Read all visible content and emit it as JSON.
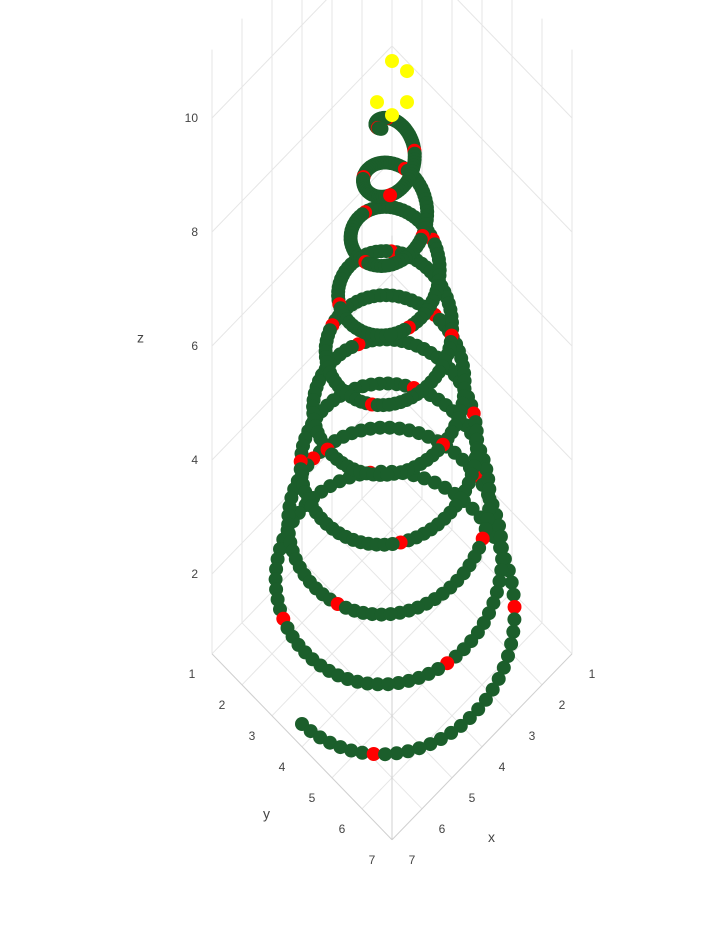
{
  "chart_data": {
    "type": "scatter3d",
    "title": "",
    "axes": {
      "x": {
        "label": "x",
        "ticks": [
          "1",
          "2",
          "3",
          "4",
          "5",
          "6",
          "7"
        ],
        "range": [
          1,
          7
        ]
      },
      "y": {
        "label": "y",
        "ticks": [
          "1",
          "2",
          "3",
          "4",
          "5",
          "6",
          "7"
        ],
        "range": [
          1,
          7
        ]
      },
      "z": {
        "label": "z",
        "ticks": [
          "2",
          "4",
          "6",
          "8",
          "10"
        ],
        "range": [
          0.6,
          11.2
        ]
      }
    },
    "grid": true,
    "legend": "none",
    "spiral": {
      "center": [
        4,
        4
      ],
      "z_bottom": 1.0,
      "z_top": 10.0,
      "radius_bottom": 3.0,
      "radius_top": 0.35,
      "turns": 9,
      "points": 620
    },
    "series": [
      {
        "role": "tree",
        "color": "#1b5e2b",
        "shape": "circle"
      },
      {
        "role": "ornaments",
        "color": "#ff0000",
        "shape": "circle",
        "every_nth": 19
      },
      {
        "role": "star",
        "color": "#ffff00",
        "shape": "circle",
        "points": [
          [
            4.0,
            4.0,
            11.0
          ],
          [
            3.5,
            4.0,
            10.55
          ],
          [
            4.5,
            4.0,
            10.55
          ],
          [
            4.0,
            4.5,
            10.55
          ],
          [
            4.0,
            4.0,
            10.05
          ]
        ]
      }
    ]
  }
}
